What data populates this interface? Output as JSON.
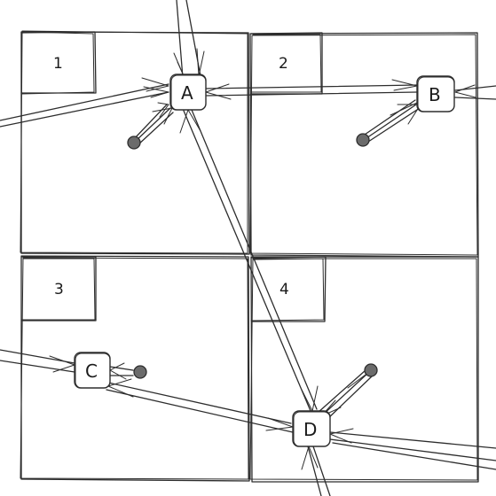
{
  "quadrants": [
    {
      "id": "q1",
      "label": "1"
    },
    {
      "id": "q2",
      "label": "2"
    },
    {
      "id": "q3",
      "label": "3"
    },
    {
      "id": "q4",
      "label": "4"
    }
  ],
  "nodes": [
    {
      "id": "A",
      "label": "A"
    },
    {
      "id": "B",
      "label": "B"
    },
    {
      "id": "C",
      "label": "C"
    },
    {
      "id": "D",
      "label": "D"
    }
  ],
  "colors": {
    "stroke": "#2d2d2d",
    "dot_fill": "#6b6b6b",
    "background": "#ffffff"
  }
}
